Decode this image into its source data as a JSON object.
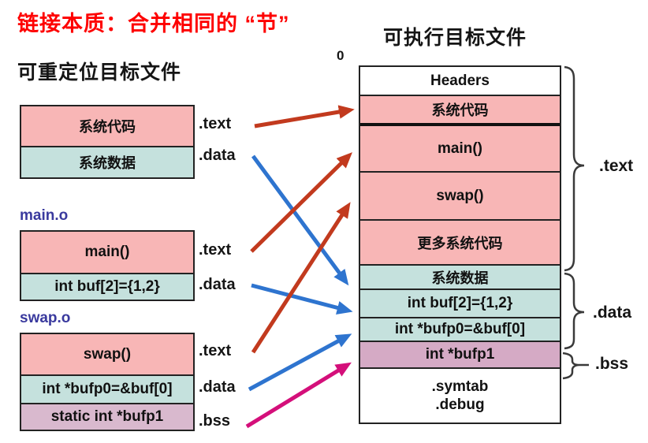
{
  "title": "链接本质：合并相同的 “节”",
  "colors": {
    "title_red": "#fe0000",
    "box_pink": "#f8b6b6",
    "box_teal": "#c5e1dd",
    "box_mauve_left": "#d9b9ce",
    "box_mauve_exec": "#d5aac5",
    "file_label_blue": "#3a3a9e",
    "arrow_red": "#c23a1e",
    "arrow_blue": "#2e74cf",
    "arrow_magenta": "#d40f7a"
  },
  "left_panel": {
    "heading": "可重定位目标文件",
    "files": [
      {
        "name": "",
        "rows": [
          {
            "text": "系统代码",
            "section": ".text"
          },
          {
            "text": "系统数据",
            "section": ".data"
          }
        ],
        "labels": [
          ".text",
          ".data"
        ]
      },
      {
        "name": "main.o",
        "rows": [
          {
            "text": "main()",
            "section": ".text"
          },
          {
            "text": "int buf[2]={1,2}",
            "section": ".data"
          }
        ],
        "labels": [
          ".text",
          ".data"
        ]
      },
      {
        "name": "swap.o",
        "rows": [
          {
            "text": "swap()",
            "section": ".text"
          },
          {
            "text": "int *bufp0=&buf[0]",
            "section": ".data"
          },
          {
            "text": "static int *bufp1",
            "section": ".bss"
          }
        ],
        "labels": [
          ".text",
          ".data",
          ".bss"
        ]
      }
    ]
  },
  "exec_panel": {
    "heading": "可执行目标文件",
    "origin_label": "0",
    "rows": [
      {
        "text": "Headers"
      },
      {
        "text": "系统代码"
      },
      {
        "text": "main()"
      },
      {
        "text": "swap()"
      },
      {
        "text": "更多系统代码"
      },
      {
        "text": "系统数据"
      },
      {
        "text": "int buf[2]={1,2}"
      },
      {
        "text": "int *bufp0=&buf[0]"
      },
      {
        "text": "int *bufp1"
      },
      {
        "line1": ".symtab",
        "line2": ".debug"
      }
    ],
    "braces": [
      {
        "label": ".text"
      },
      {
        "label": ".data"
      },
      {
        "label": ".bss"
      }
    ]
  },
  "arrows": [
    {
      "from": "系统代码 .text",
      "to": "系统代码",
      "color": "#c23a1e"
    },
    {
      "from": "系统数据 .data",
      "to": "系统数据",
      "color": "#2e74cf"
    },
    {
      "from": "main.o .text",
      "to": "main()",
      "color": "#c23a1e"
    },
    {
      "from": "main.o .data",
      "to": "int buf[2]={1,2}",
      "color": "#2e74cf"
    },
    {
      "from": "swap.o .text",
      "to": "swap()",
      "color": "#c23a1e"
    },
    {
      "from": "swap.o .data",
      "to": "int *bufp0=&buf[0]",
      "color": "#2e74cf"
    },
    {
      "from": "swap.o .bss",
      "to": "int *bufp1",
      "color": "#d40f7a"
    }
  ]
}
